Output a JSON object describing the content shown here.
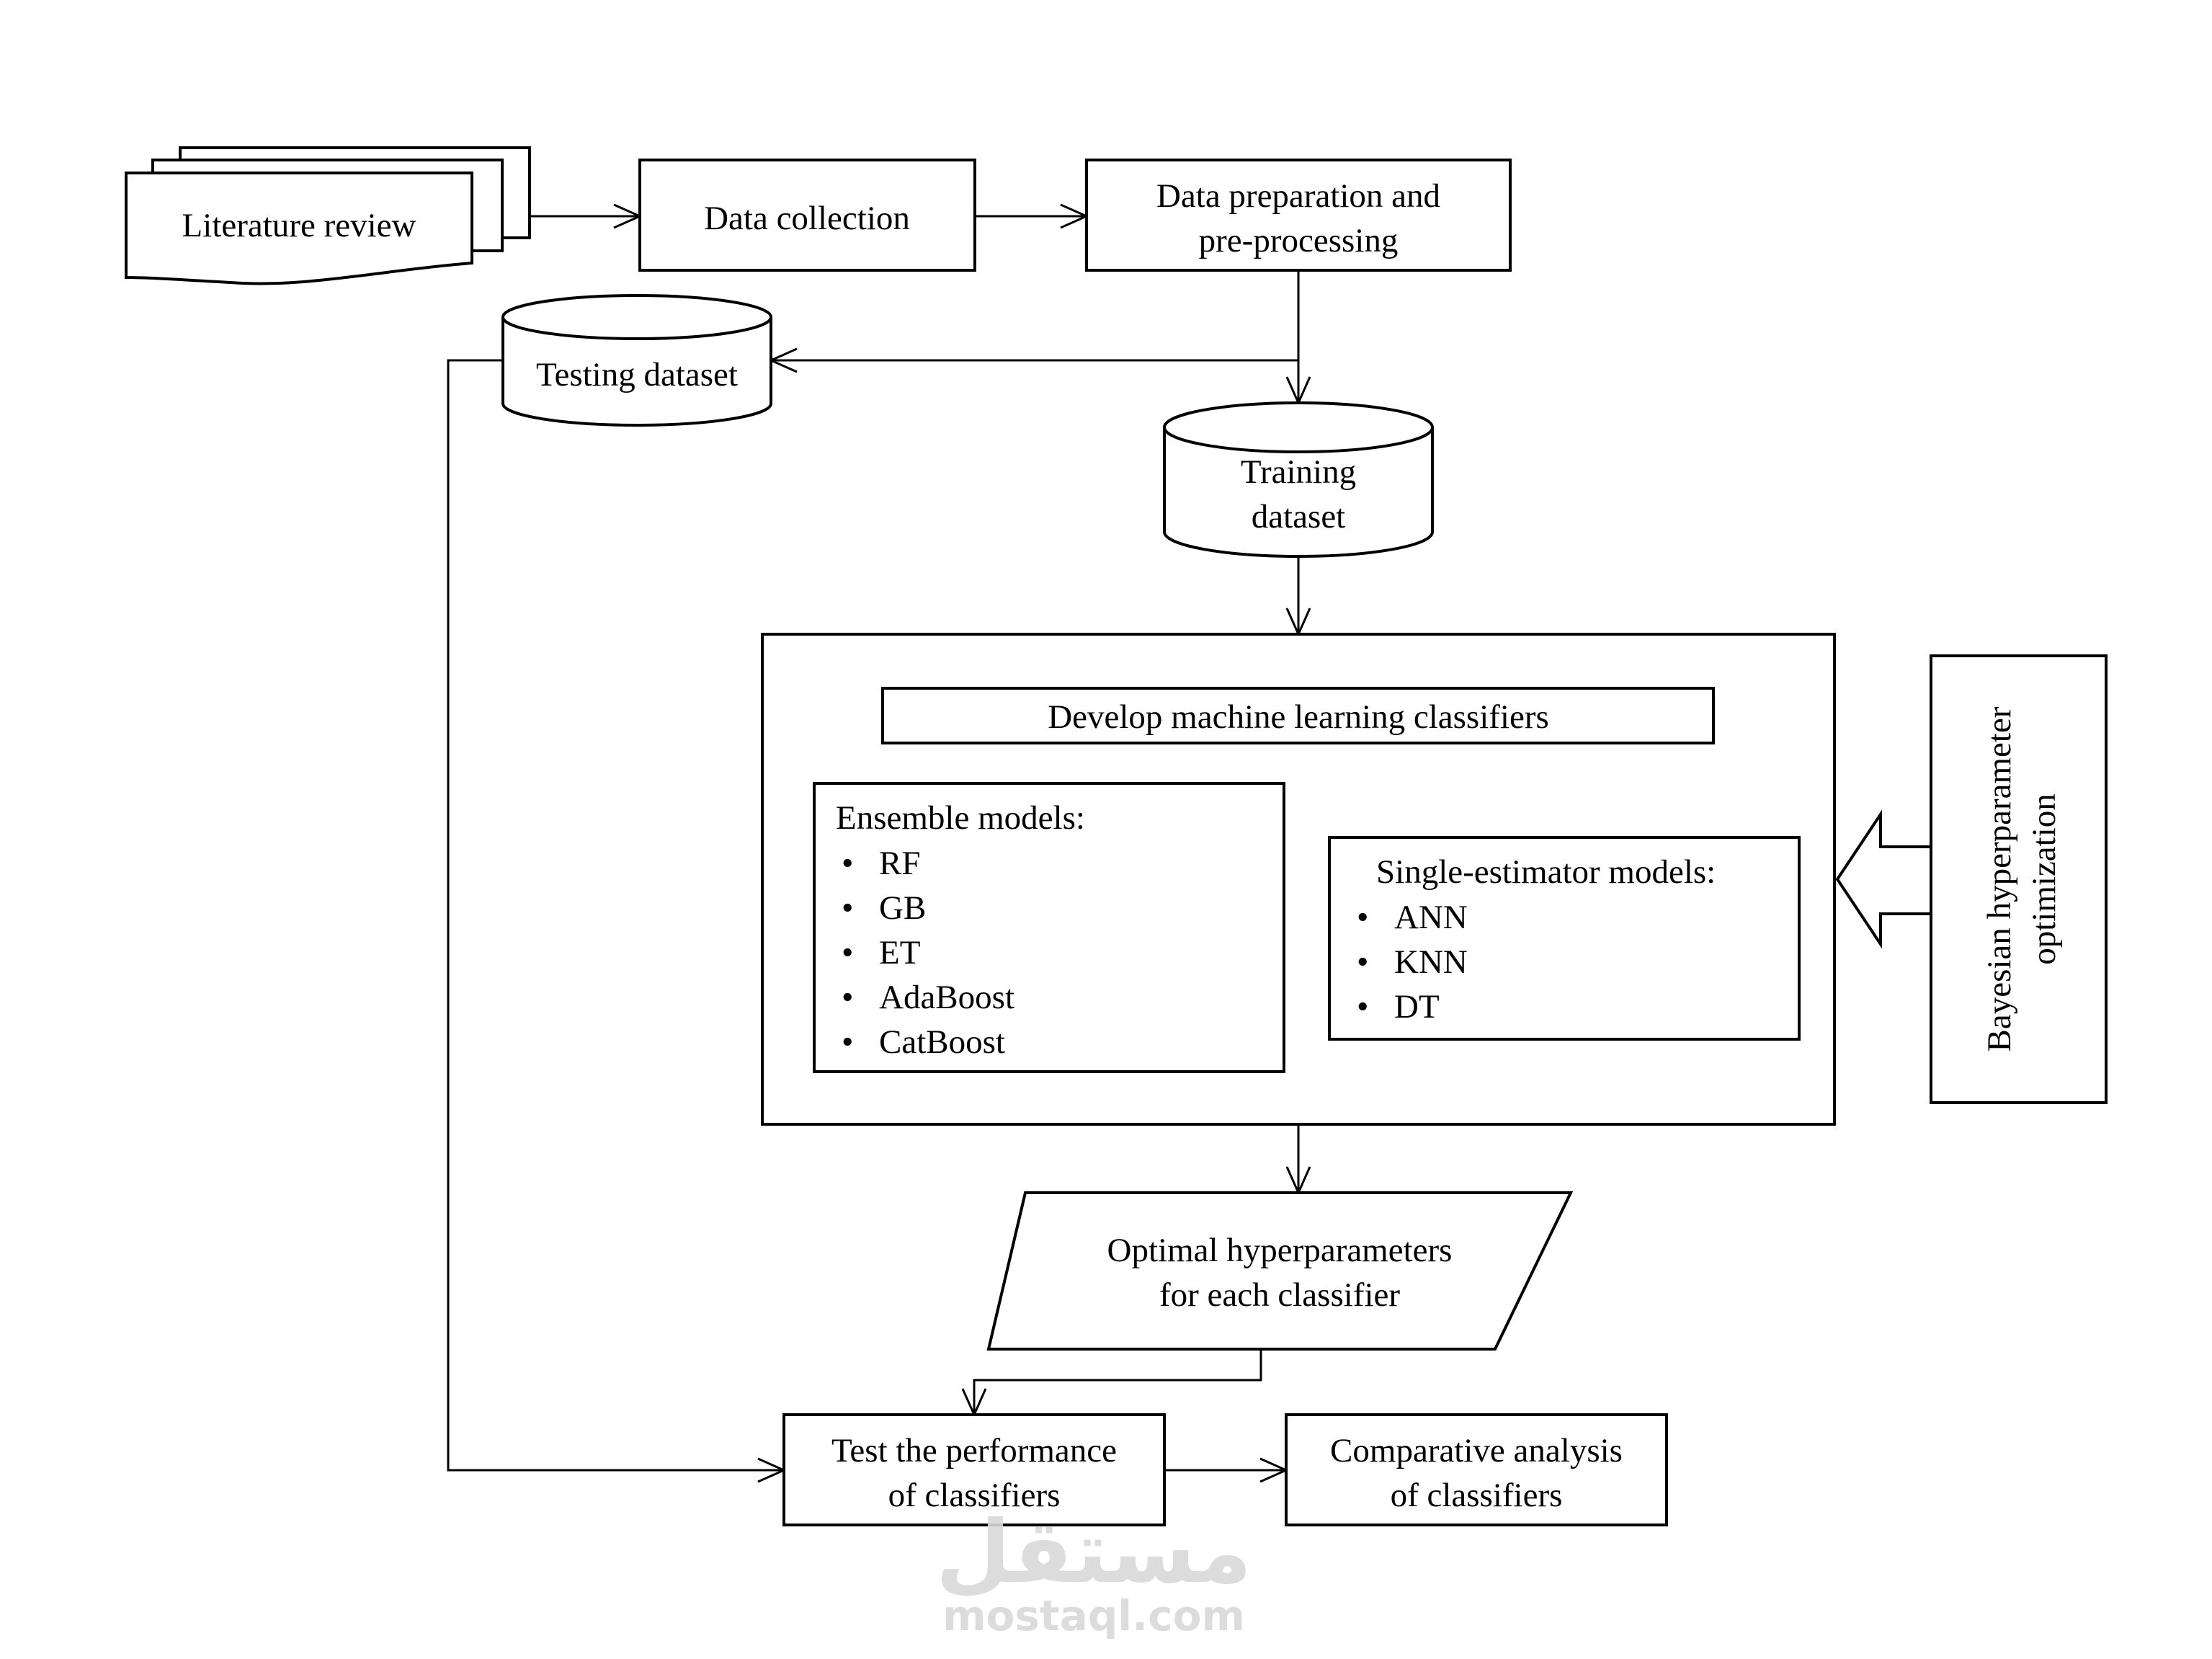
{
  "nodes": {
    "literature_review": "Literature review",
    "data_collection": "Data collection",
    "data_preparation": [
      "Data preparation and",
      "pre-processing"
    ],
    "testing_dataset": "Testing dataset",
    "training_dataset": [
      "Training",
      "dataset"
    ],
    "develop_classifiers": "Develop machine learning classifiers",
    "ensemble_models": {
      "heading": "Ensemble models:",
      "items": [
        "RF",
        "GB",
        "ET",
        "AdaBoost",
        "CatBoost"
      ]
    },
    "single_estimator_models": {
      "heading": "Single-estimator models:",
      "items": [
        "ANN",
        "KNN",
        "DT"
      ]
    },
    "bayesian_optimization": [
      "Bayesian hyperparameter",
      "optimization"
    ],
    "optimal_hyperparameters": [
      "Optimal hyperparameters",
      "for each classifier"
    ],
    "test_performance": [
      "Test the performance",
      "of classifiers"
    ],
    "comparative_analysis": [
      "Comparative analysis",
      "of classifiers"
    ]
  },
  "bullet": "•",
  "watermark": {
    "logo_text": "مستقل",
    "url_text": "mostaql.com"
  }
}
